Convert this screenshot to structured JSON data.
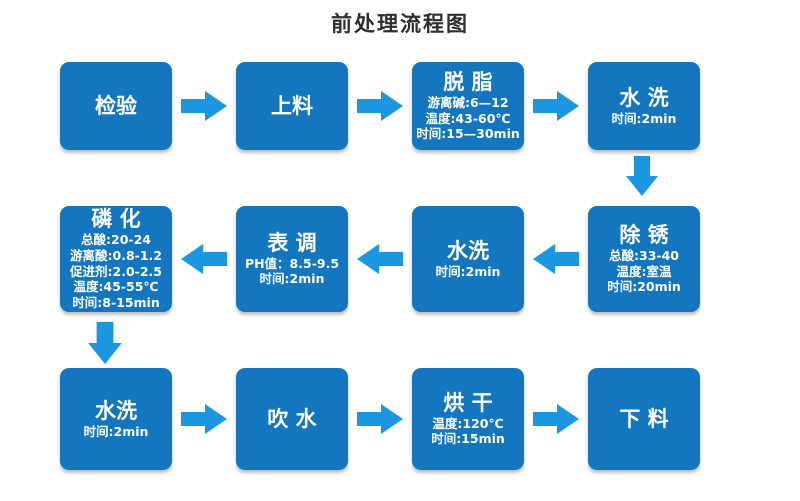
{
  "title": "前处理流程图",
  "colors": {
    "box": "#1376bf",
    "arrow": "#1b96e0",
    "box_text": "#ffffff",
    "title_text": "#2e2e2e",
    "background": "#ffffff"
  },
  "nodes": [
    {
      "label": "检验",
      "details": []
    },
    {
      "label": "上料",
      "details": []
    },
    {
      "label": "脱 脂",
      "details": [
        "游离碱:6—12",
        "温度:43-60℃",
        "时间:15—30min"
      ]
    },
    {
      "label": "水 洗",
      "details": [
        "时间:2min"
      ]
    },
    {
      "label": "除 锈",
      "details": [
        "总酸:33-40",
        "温度:室温",
        "时间:20min"
      ]
    },
    {
      "label": "水洗",
      "details": [
        "时间:2min"
      ]
    },
    {
      "label": "表 调",
      "details": [
        "PH值：8.5-9.5",
        "时间:2min"
      ]
    },
    {
      "label": "磷 化",
      "details": [
        "总酸:20-24",
        "游离酸:0.8-1.2",
        "促进剂:2.0-2.5",
        "温度:45-55℃",
        "时间:8-15min"
      ]
    },
    {
      "label": "水洗",
      "details": [
        "时间:2min"
      ]
    },
    {
      "label": "吹 水",
      "details": []
    },
    {
      "label": "烘 干",
      "details": [
        "温度:120℃",
        "时间:15min"
      ]
    },
    {
      "label": "下 料",
      "details": []
    }
  ]
}
